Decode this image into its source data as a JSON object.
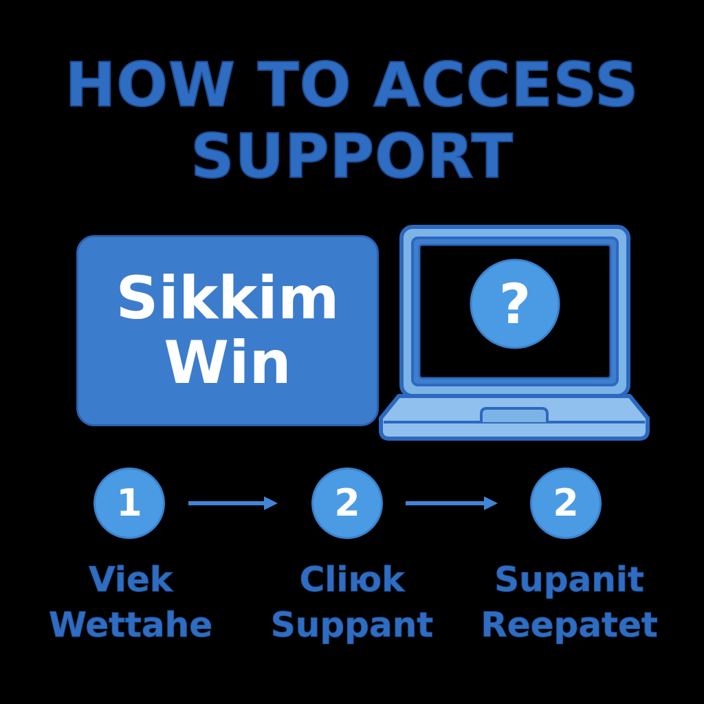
{
  "title": {
    "line1": "HOW TO ACCESS",
    "line2": "SUPPORT"
  },
  "brand": {
    "line1": "Sikkim",
    "line2": "Win"
  },
  "laptop": {
    "screen_glyph": "?"
  },
  "steps": [
    {
      "number": "1",
      "label_line1": "Viek",
      "label_line2": "Wettahe"
    },
    {
      "number": "2",
      "label_line1": "Cliюk",
      "label_line2": "Suppant"
    },
    {
      "number": "2",
      "label_line1": "Supanit",
      "label_line2": "Reepatet"
    }
  ],
  "colors": {
    "background": "#000000",
    "title_blue": "#2f6dc2",
    "box_blue": "#3c7ccc",
    "circle_blue": "#4a9be4",
    "laptop_light": "#8fc0ee",
    "laptop_outline": "#2d68bf"
  }
}
